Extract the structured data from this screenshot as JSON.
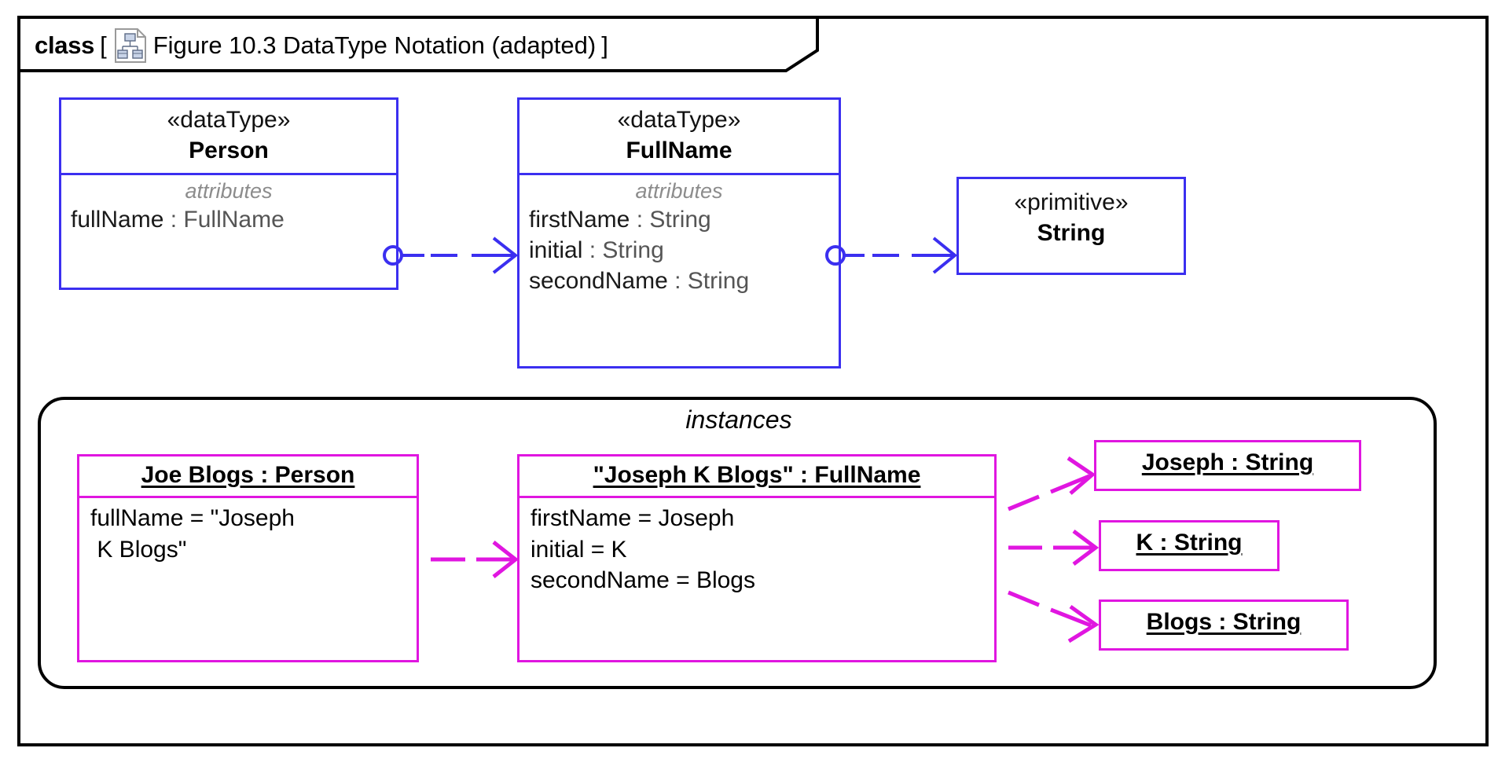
{
  "frame": {
    "kind_label": "class",
    "bracket_open": "[",
    "bracket_close": "]",
    "title": "Figure 10.3 DataType Notation (adapted)",
    "icon": "class-diagram-icon"
  },
  "colors": {
    "class_border": "#3b2ff0",
    "instance_border": "#e016e0",
    "frame_border": "#000000",
    "compartment_label": "#8c8c8c",
    "text": "#000000"
  },
  "classes": [
    {
      "id": "person",
      "stereotype": "«dataType»",
      "name": "Person",
      "compartment_label": "attributes",
      "attributes": [
        {
          "name": "fullName",
          "colon": " : ",
          "type": "FullName"
        }
      ]
    },
    {
      "id": "fullname",
      "stereotype": "«dataType»",
      "name": "FullName",
      "compartment_label": "attributes",
      "attributes": [
        {
          "name": "firstName",
          "colon": " : ",
          "type": "String"
        },
        {
          "name": "initial",
          "colon": " : ",
          "type": "String"
        },
        {
          "name": "secondName",
          "colon": " : ",
          "type": "String"
        }
      ]
    },
    {
      "id": "string",
      "stereotype": "«primitive»",
      "name": "String",
      "compartment_label": null,
      "attributes": []
    }
  ],
  "instances_region": {
    "label": "instances",
    "instances": [
      {
        "id": "joe-blogs",
        "title": "Joe Blogs : Person",
        "slots": [
          "fullName = \"Joseph",
          " K Blogs\""
        ]
      },
      {
        "id": "joseph-k-blogs",
        "title": "\"Joseph K Blogs\" : FullName",
        "slots": [
          "firstName = Joseph",
          "initial = K",
          "secondName = Blogs"
        ]
      },
      {
        "id": "joseph-string",
        "title": "Joseph : String",
        "slots": []
      },
      {
        "id": "k-string",
        "title": "K : String",
        "slots": []
      },
      {
        "id": "blogs-string",
        "title": "Blogs : String",
        "slots": []
      }
    ]
  },
  "connectors": [
    {
      "id": "person-to-fullname",
      "kind": "dependency-dashed-open-arrow",
      "source": "person",
      "target": "fullname",
      "color": "#3b2ff0",
      "source_decoration": "ball"
    },
    {
      "id": "fullname-to-string",
      "kind": "dependency-dashed-open-arrow",
      "source": "fullname",
      "target": "string",
      "color": "#3b2ff0",
      "source_decoration": "ball"
    },
    {
      "id": "joe-to-joseph-fullname",
      "kind": "dependency-dashed-open-arrow",
      "source": "joe-blogs",
      "target": "joseph-k-blogs",
      "color": "#e016e0",
      "source_decoration": "none"
    },
    {
      "id": "fullname-inst-to-joseph",
      "kind": "dependency-dashed-open-arrow",
      "source": "joseph-k-blogs",
      "target": "joseph-string",
      "color": "#e016e0",
      "source_decoration": "none"
    },
    {
      "id": "fullname-inst-to-k",
      "kind": "dependency-dashed-open-arrow",
      "source": "joseph-k-blogs",
      "target": "k-string",
      "color": "#e016e0",
      "source_decoration": "none"
    },
    {
      "id": "fullname-inst-to-blogs",
      "kind": "dependency-dashed-open-arrow",
      "source": "joseph-k-blogs",
      "target": "blogs-string",
      "color": "#e016e0",
      "source_decoration": "none"
    }
  ]
}
